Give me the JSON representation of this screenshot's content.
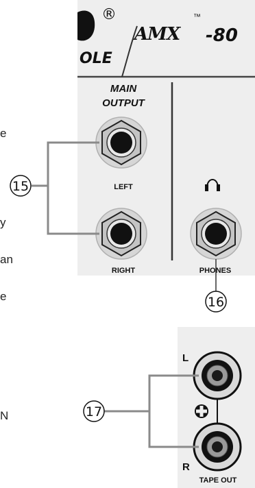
{
  "panel": {
    "registered_mark": "®",
    "brand_fragment": "OLE",
    "model": {
      "prefix_script": "AMX",
      "trademark": "™",
      "suffix": "-80"
    }
  },
  "main_output": {
    "title_line1": "MAIN",
    "title_line2": "OUTPUT",
    "left_label": "LEFT",
    "right_label": "RIGHT"
  },
  "phones": {
    "icon": "headphones-icon",
    "label": "PHONES"
  },
  "tape_out": {
    "l_label": "L",
    "r_label": "R",
    "label": "TAPE OUT"
  },
  "callouts": [
    "15",
    "16",
    "17"
  ],
  "margin_text_fragments": [
    "e",
    "y",
    "an",
    "e",
    "N"
  ],
  "colors": {
    "panel_fill": "#eeeeee",
    "panel_line": "#333333",
    "leader_line": "#8a8a8a",
    "jack_ring": "#cfcfcf",
    "jack_hex": "#c4c4c4",
    "jack_hole": "#111111"
  }
}
